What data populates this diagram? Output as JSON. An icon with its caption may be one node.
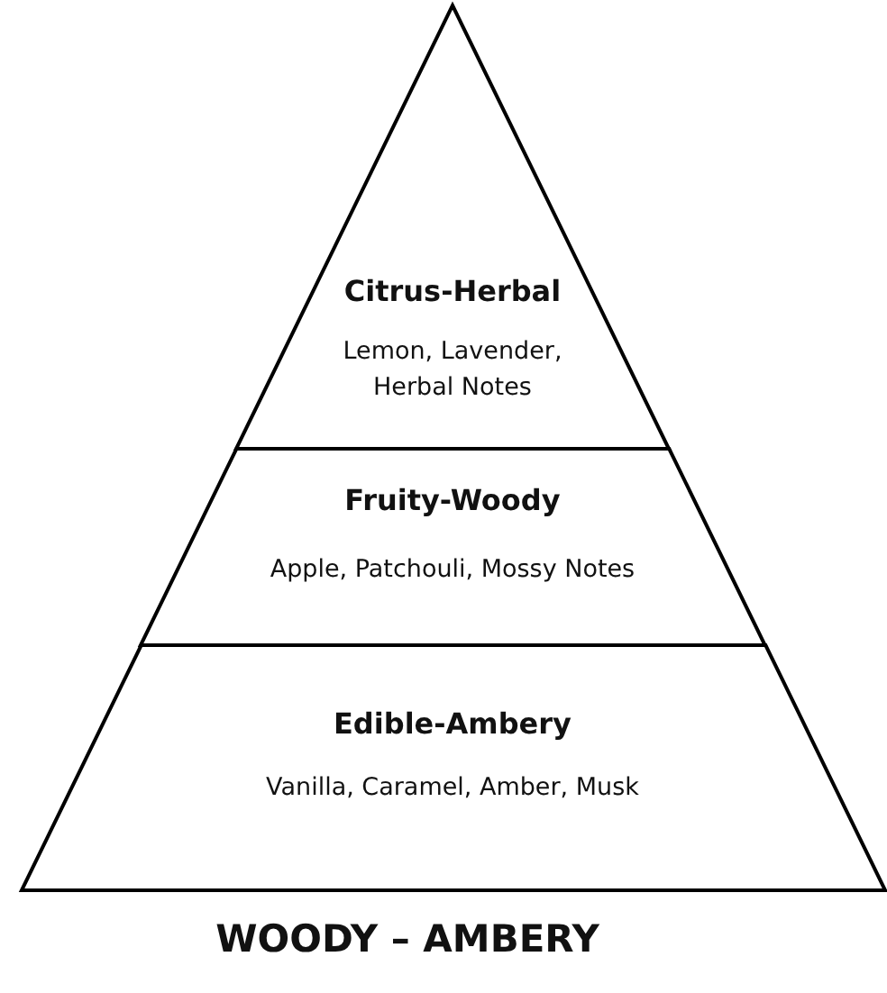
{
  "diagram": {
    "title": "WOODY – AMBERY",
    "nodes": [
      {
        "text": [
          "Citrus-Herbal",
          "Lemon, Lavender, Herbal Notes"
        ]
      },
      {
        "text": [
          "Fruity-Woody",
          "Apple, Patchouli, Mossy Notes"
        ]
      },
      {
        "text": [
          "Edible-Ambery",
          "Vanilla, Caramel, Amber, Musk"
        ]
      }
    ]
  }
}
